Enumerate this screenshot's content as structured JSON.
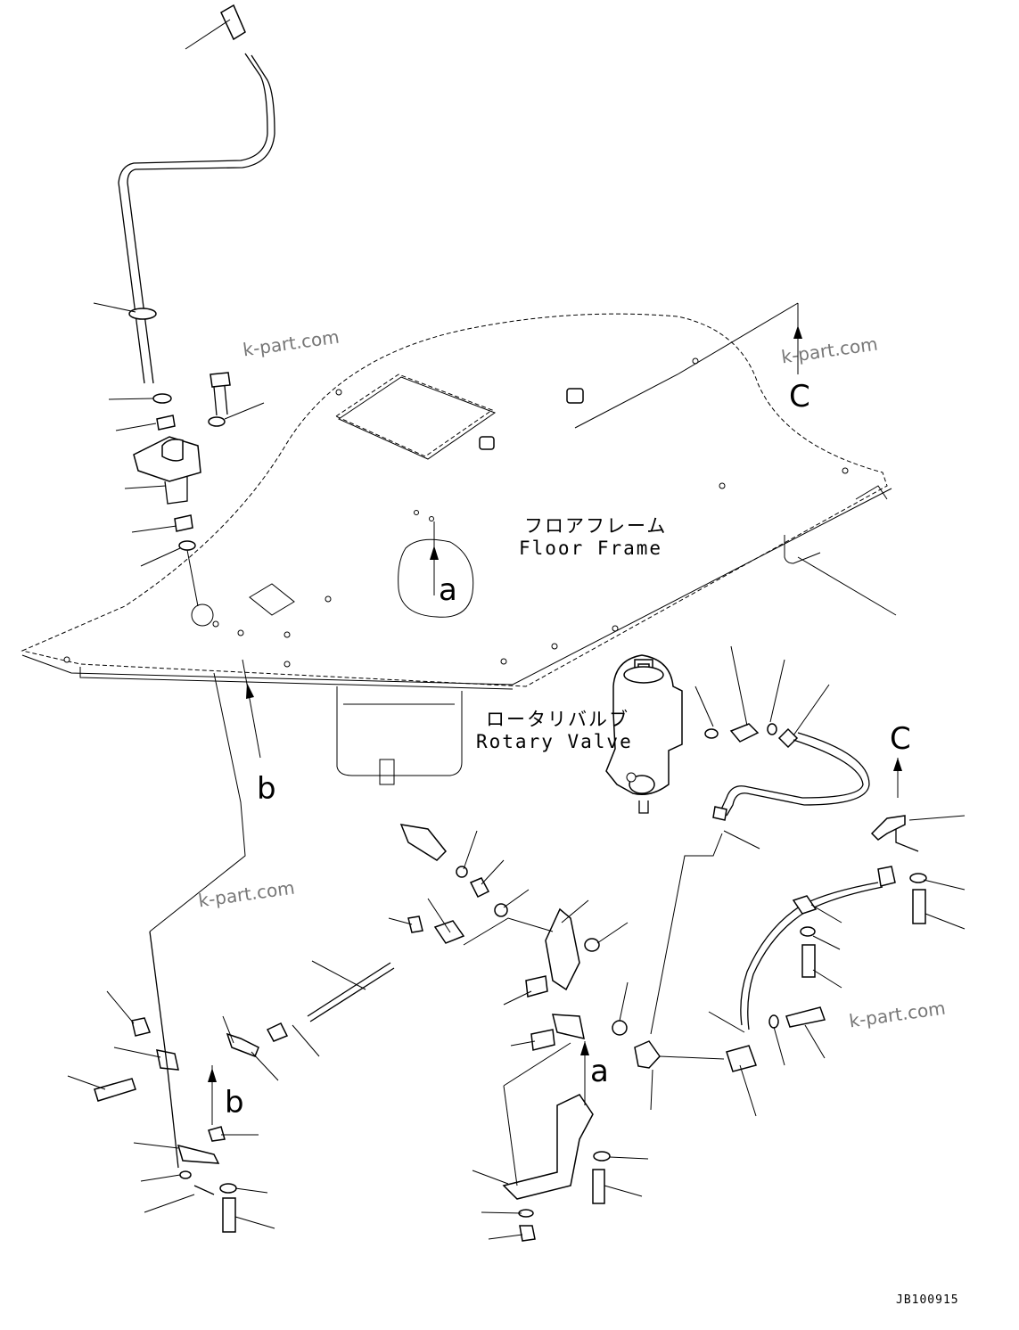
{
  "labels": {
    "floor_frame_jp": "フロアフレーム",
    "floor_frame_en": "Floor Frame",
    "rotary_valve_jp": "ロータリバルブ",
    "rotary_valve_en": "Rotary Valve",
    "ref_a_upper": "a",
    "ref_a_lower": "a",
    "ref_b_upper": "b",
    "ref_b_lower": "b",
    "ref_c_upper": "C",
    "ref_c_lower": "C",
    "drawing_code": "JB100915"
  },
  "watermarks": [
    "k-part.com",
    "k-part.com",
    "k-part.com",
    "k-part.com"
  ]
}
